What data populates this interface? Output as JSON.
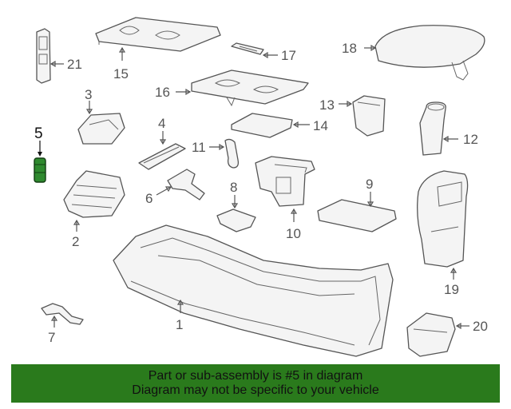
{
  "diagram": {
    "highlight_color": "#2f8a2f",
    "callouts": [
      {
        "id": "1",
        "label": "1"
      },
      {
        "id": "2",
        "label": "2"
      },
      {
        "id": "3",
        "label": "3"
      },
      {
        "id": "4",
        "label": "4"
      },
      {
        "id": "5",
        "label": "5",
        "highlighted": true
      },
      {
        "id": "6",
        "label": "6"
      },
      {
        "id": "7",
        "label": "7"
      },
      {
        "id": "8",
        "label": "8"
      },
      {
        "id": "9",
        "label": "9"
      },
      {
        "id": "10",
        "label": "10"
      },
      {
        "id": "11",
        "label": "11"
      },
      {
        "id": "12",
        "label": "12"
      },
      {
        "id": "13",
        "label": "13"
      },
      {
        "id": "14",
        "label": "14"
      },
      {
        "id": "15",
        "label": "15"
      },
      {
        "id": "16",
        "label": "16"
      },
      {
        "id": "17",
        "label": "17"
      },
      {
        "id": "18",
        "label": "18"
      },
      {
        "id": "19",
        "label": "19"
      },
      {
        "id": "20",
        "label": "20"
      },
      {
        "id": "21",
        "label": "21"
      }
    ]
  },
  "banner": {
    "color": "#2a7a1c",
    "line1": "Part or sub-assembly is #5 in diagram",
    "line2": "Diagram may not be specific to your vehicle"
  }
}
